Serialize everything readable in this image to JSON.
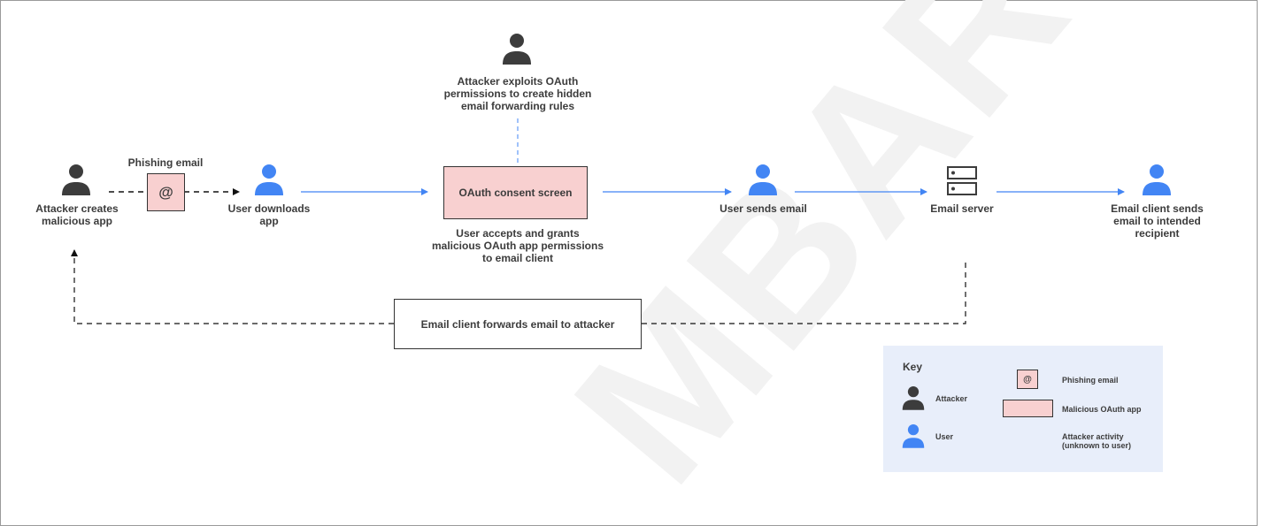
{
  "nodes": {
    "attacker_creates": "Attacker creates\nmalicious app",
    "phishing_email": "Phishing email",
    "phishing_symbol": "@",
    "user_downloads": "User downloads\napp",
    "attacker_exploits": "Attacker exploits OAuth\npermissions to create hidden\nemail forwarding rules",
    "oauth_consent": "OAuth consent screen",
    "user_accepts": "User accepts and grants\nmalicious OAuth app permissions\nto email client",
    "user_sends": "User sends email",
    "email_server": "Email server",
    "email_client_sends": "Email client sends\nemail to intended\nrecipient",
    "forwards": "Email client forwards email to attacker"
  },
  "key": {
    "title": "Key",
    "attacker": "Attacker",
    "user": "User",
    "phishing_email": "Phishing email",
    "phishing_symbol": "@",
    "malicious_app": "Malicious OAuth app",
    "attacker_activity": "Attacker activity\n(unknown to user)"
  },
  "watermark": "MBARGO",
  "colors": {
    "attacker": "#3c3c3c",
    "user": "#4285f4",
    "pink": "#f8d0d0",
    "key_bg": "#e8eefa"
  }
}
